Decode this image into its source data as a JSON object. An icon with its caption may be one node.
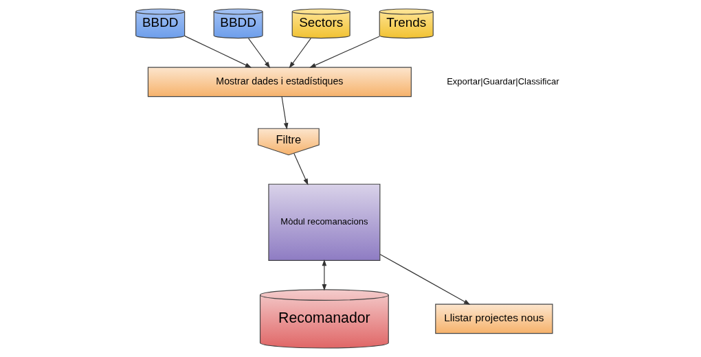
{
  "diagram": {
    "nodes": [
      {
        "text": [
          "BBDD"
        ]
      },
      {
        "text": [
          "BBDD"
        ]
      },
      {
        "text": [
          "Sectors"
        ]
      },
      {
        "text": [
          "Trends"
        ]
      },
      {
        "text": [
          "Mostrar dades i estadístiques"
        ]
      },
      {
        "text": [
          "Filtre"
        ]
      },
      {
        "text": [
          "Mòdul recomanacions"
        ]
      },
      {
        "text": [
          "Llistar projectes nous"
        ]
      },
      {
        "text": [
          "Recomanador"
        ]
      }
    ],
    "edges": [
      {
        "from": 2,
        "to": 4,
        "arrow": "to"
      },
      {
        "from": 3,
        "to": 4,
        "arrow": "to"
      },
      {
        "from": 0,
        "to": 4,
        "arrow": "to"
      },
      {
        "from": 1,
        "to": 4,
        "arrow": "to"
      },
      {
        "from": 4,
        "to": 5,
        "arrow": "to"
      },
      {
        "from": 5,
        "to": 6,
        "arrow": "to"
      },
      {
        "from": 6,
        "to": 7,
        "arrow": "to"
      },
      {
        "from": 6,
        "to": 8,
        "arrow": "both"
      }
    ],
    "labels": [
      "Exportar|Guardar|Classificar"
    ]
  }
}
